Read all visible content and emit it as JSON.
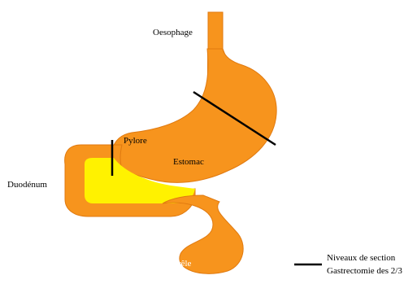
{
  "labels": {
    "oesophage": "Oesophage",
    "pylore": "Pylore",
    "estomac": "Estomac",
    "duodenum": "Duodénum",
    "grele": "Grêle"
  },
  "legend": {
    "line1": "Niveaux de section",
    "line2": "Gastrectomie des 2/3"
  },
  "colors": {
    "organ_fill": "#F7941D",
    "organ_outline": "#E07A10",
    "duodenum_inner": "#FFF200",
    "section_line": "#000000"
  }
}
